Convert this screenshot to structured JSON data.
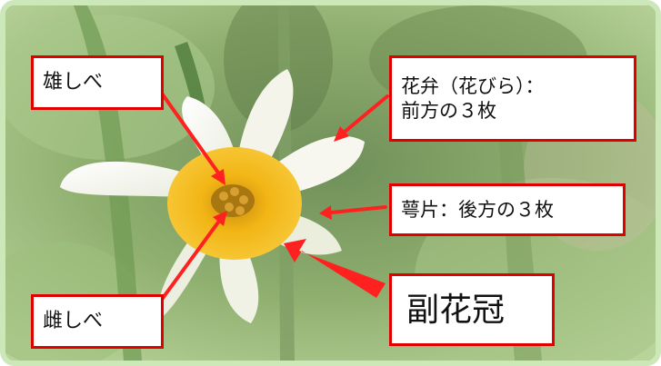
{
  "labels": {
    "stamen": "雄しべ",
    "pistil": "雌しべ",
    "petal_line1": "花弁（花びら）：",
    "petal_line2": "前方の３枚",
    "sepal": "萼片：後方の３枚",
    "corona": "副花冠"
  },
  "colors": {
    "label_border": "#e00000",
    "arrow": "#ff2020",
    "frame": "#cde8b8",
    "corona": "#f2b515",
    "petals": "#f6f6ee"
  }
}
